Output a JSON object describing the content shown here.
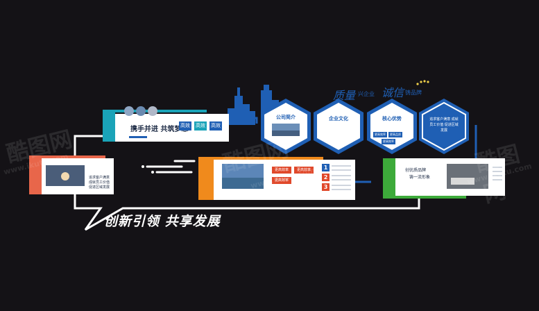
{
  "colors": {
    "background": "#141216",
    "cyan": "#1aa3b8",
    "blue": "#1f5fb4",
    "orange": "#f08a1c",
    "green": "#3daa3a",
    "coral": "#e8664a",
    "white": "#ffffff"
  },
  "slogan": "创新引领 共享发展",
  "motto": {
    "a": "质量",
    "b": "兴企业",
    "c": "诚信",
    "d": "铸品牌"
  },
  "panel_cyan": {
    "title": "携手并进 共筑梦想",
    "tags": [
      "高效",
      "高效",
      "高效"
    ]
  },
  "hexagons": [
    {
      "title": "公司简介"
    },
    {
      "title": "企业文化"
    },
    {
      "title": "核心优势"
    },
    {
      "title": "追求客户满意 成就员工价值 促进区域发展"
    }
  ],
  "hex_core_tags": [
    "更高效率",
    "更高品质",
    "更高效率"
  ],
  "panel_left": {
    "lines": [
      "追求客户满意",
      "成就员工价值",
      "促进区域发展"
    ]
  },
  "panel_orange": {
    "tags": [
      "更高效率",
      "更高效率",
      "更高效率"
    ],
    "numbers": [
      "1",
      "2",
      "3"
    ]
  },
  "panel_green": {
    "lines": [
      "创优质品牌",
      "铸一流形象"
    ]
  },
  "watermark": {
    "brand": "酷图网",
    "url": "www.ikutu.com"
  }
}
